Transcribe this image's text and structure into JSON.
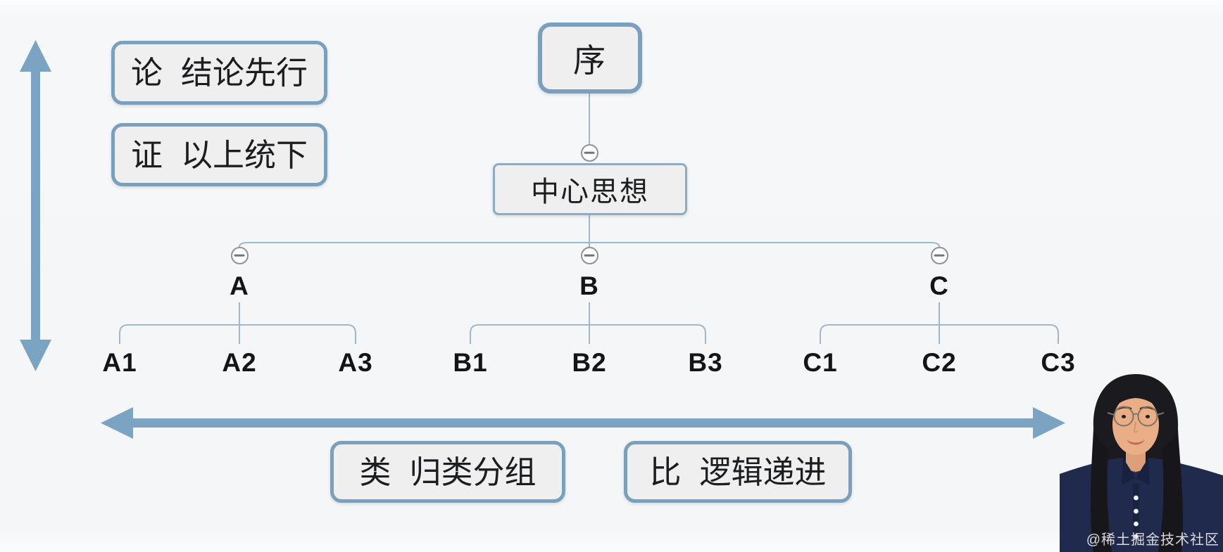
{
  "principles": {
    "top": [
      {
        "key": "论",
        "text": "结论先行"
      },
      {
        "key": "证",
        "text": "以上统下"
      }
    ],
    "bottom": [
      {
        "key": "类",
        "text": "归类分组"
      },
      {
        "key": "比",
        "text": "逻辑递进"
      }
    ]
  },
  "tree": {
    "root": "序",
    "center": "中心思想",
    "branches": [
      {
        "label": "A",
        "children": [
          "A1",
          "A2",
          "A3"
        ]
      },
      {
        "label": "B",
        "children": [
          "B1",
          "B2",
          "B3"
        ]
      },
      {
        "label": "C",
        "children": [
          "C1",
          "C2",
          "C3"
        ]
      }
    ]
  },
  "watermark": "@稀土掘金技术社区",
  "icons": {
    "collapse": "minus-circle",
    "vertical_axis": "double-headed-arrow",
    "horizontal_axis": "double-headed-arrow"
  },
  "colors": {
    "node_border": "#7aa0bd",
    "center_border": "#8eabc2",
    "node_fill": "#efeff0",
    "connector": "#9fb8c9",
    "arrow": "#7ba3c2",
    "collapse_stroke": "#8d9499",
    "text": "#1c1d1f",
    "watermark_text": "#ffffff",
    "shirt_navy": "#202a4c",
    "background": "#f4f6f8"
  }
}
